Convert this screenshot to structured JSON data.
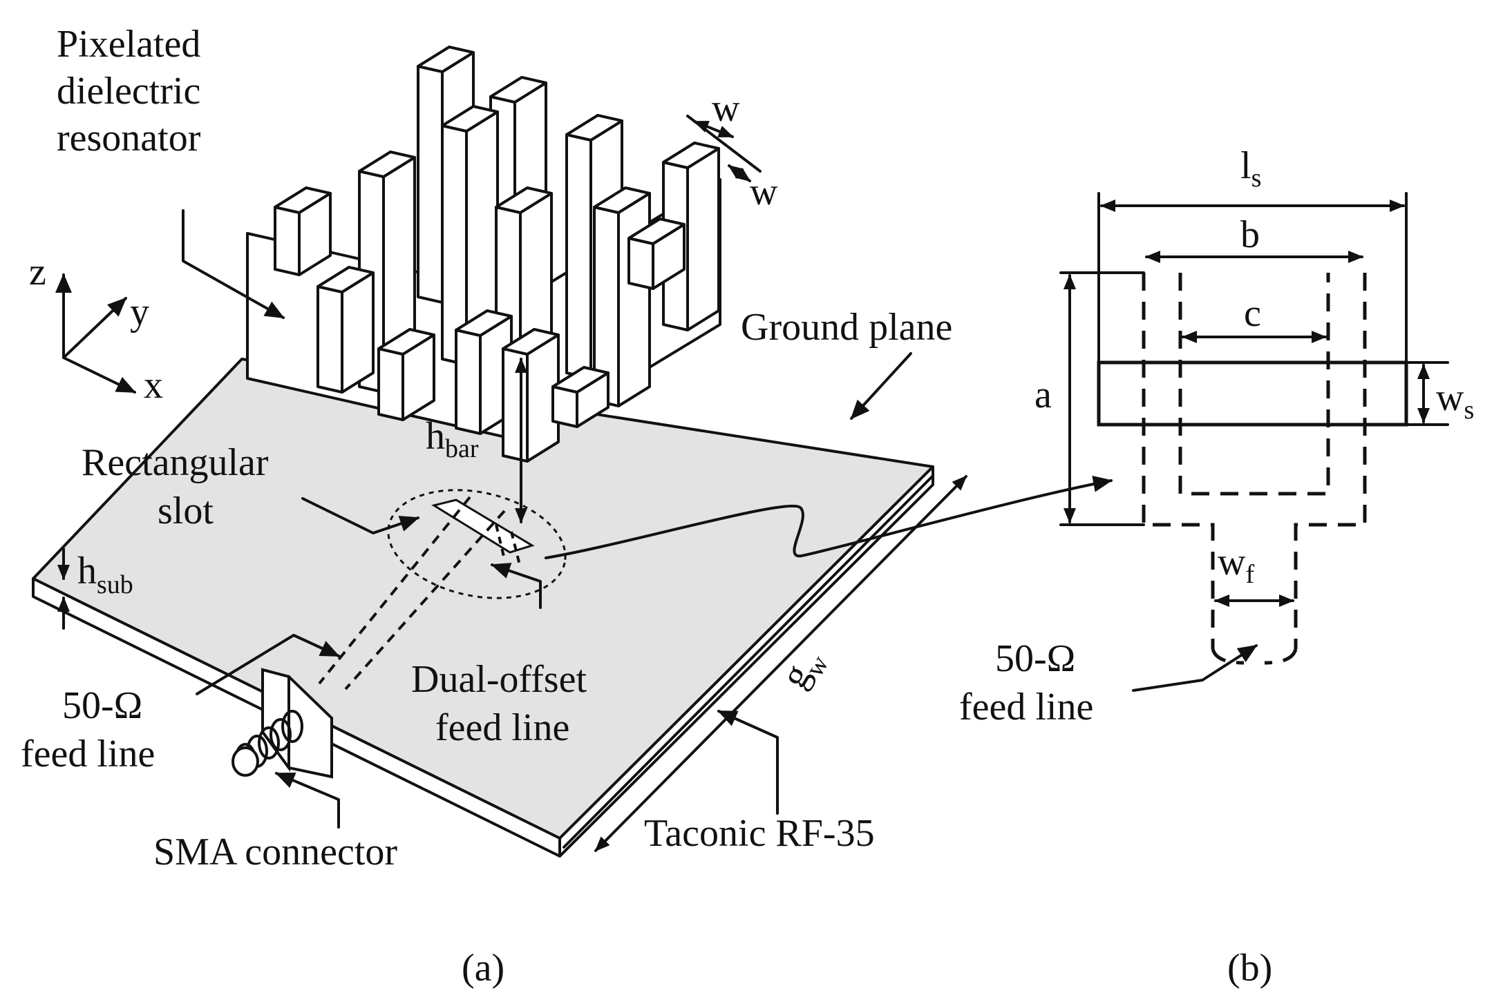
{
  "figure_a": {
    "caption": "(a)",
    "labels": {
      "pixelated_dr": [
        "Pixelated",
        "dielectric",
        "resonator"
      ],
      "ground_plane": "Ground plane",
      "rect_slot": [
        "Rectangular",
        "slot"
      ],
      "dual_offset": [
        "Dual-offset",
        "feed line"
      ],
      "feed_line": [
        "50-Ω",
        "feed line"
      ],
      "sma": "SMA connector",
      "taconic": "Taconic RF-35"
    },
    "dims": {
      "w_top": "w",
      "w_side": "w",
      "h_bar_main": "h",
      "h_bar_sub": "bar",
      "h_sub_main": "h",
      "h_sub_sub": "sub",
      "g_w_main": "g",
      "g_w_sub": "w"
    },
    "axes": {
      "z": "z",
      "y": "y",
      "x": "x"
    }
  },
  "figure_b": {
    "caption": "(b)",
    "dims": {
      "ls_main": "l",
      "ls_sub": "s",
      "b": "b",
      "c": "c",
      "a": "a",
      "ws_main": "w",
      "ws_sub": "s",
      "wf_main": "w",
      "wf_sub": "f"
    },
    "feed_line": [
      "50-Ω",
      "feed line"
    ]
  }
}
